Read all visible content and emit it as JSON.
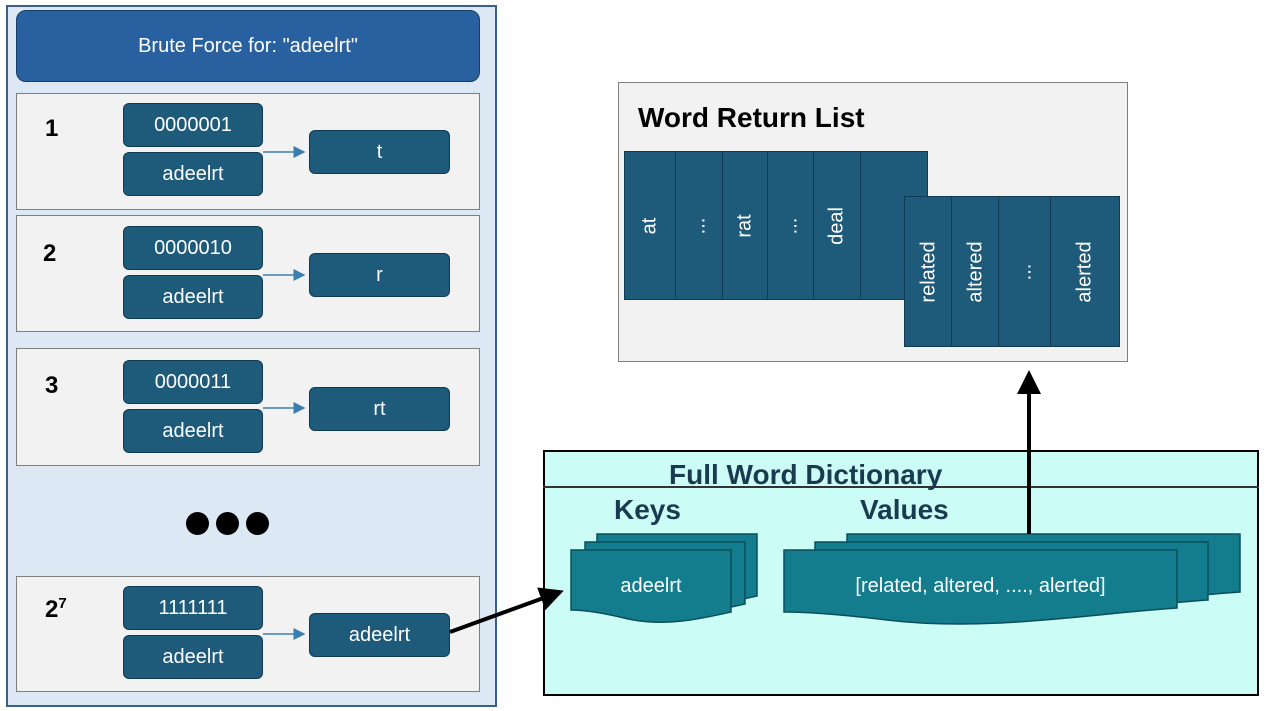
{
  "header": {
    "title": "Brute Force for: \"adeelrt\""
  },
  "steps": [
    {
      "num": "1",
      "mask": "0000001",
      "word": "adeelrt",
      "result": "t"
    },
    {
      "num": "2",
      "mask": "0000010",
      "word": "adeelrt",
      "result": "r"
    },
    {
      "num": "3",
      "mask": "0000011",
      "word": "adeelrt",
      "result": "rt"
    },
    {
      "num_base": "2",
      "num_exp": "7",
      "mask": "1111111",
      "word": "adeelrt",
      "result": "adeelrt"
    }
  ],
  "word_return_list": {
    "title": "Word Return List",
    "back_row": [
      "at",
      "...",
      "rat",
      "...",
      "deal",
      "..."
    ],
    "front_row": [
      "related",
      "altered",
      "...",
      "alerted"
    ]
  },
  "dictionary": {
    "title": "Full Word Dictionary",
    "keys_label": "Keys",
    "values_label": "Values",
    "key_text": "adeelrt",
    "value_text": "[related, altered, ...., alerted]"
  },
  "colors": {
    "panel_bg": "#dce8f4",
    "header_bg": "#2960a0",
    "pill_bg": "#1e5a7a",
    "dict_bg": "#ccfcf6",
    "doc_bg": "#137d8e"
  }
}
